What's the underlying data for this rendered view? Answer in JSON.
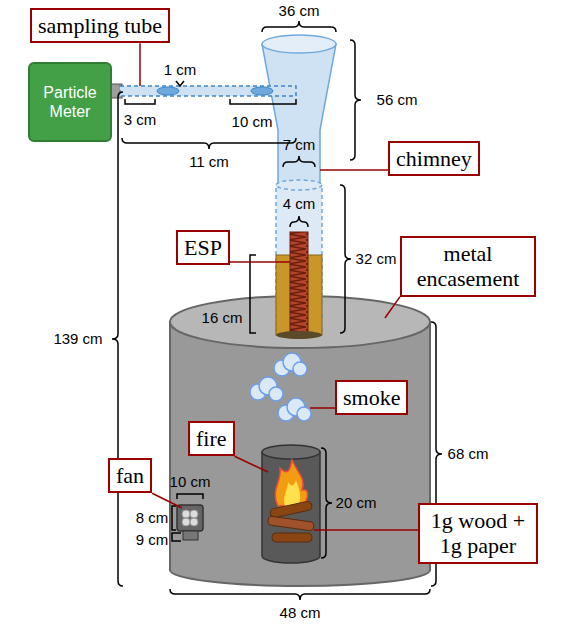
{
  "diagram": {
    "nodes": [
      {
        "text": [
          "sampling tube"
        ]
      },
      {
        "text": [
          "Particle Meter"
        ]
      },
      {
        "text": [
          "chimney"
        ]
      },
      {
        "text": [
          "ESP"
        ]
      },
      {
        "text": [
          "metal encasement"
        ]
      },
      {
        "text": [
          "smoke"
        ]
      },
      {
        "text": [
          "fire"
        ]
      },
      {
        "text": [
          "fan"
        ]
      },
      {
        "text": [
          "1g wood + 1g paper"
        ]
      }
    ],
    "labels": [
      "36 cm",
      "56 cm",
      "1 cm",
      "3 cm",
      "10 cm",
      "7 cm",
      "11 cm",
      "139 cm",
      "4 cm",
      "32 cm",
      "16 cm",
      "68 cm",
      "20 cm",
      "10 cm",
      "8 cm",
      "9 cm",
      "48 cm"
    ]
  }
}
